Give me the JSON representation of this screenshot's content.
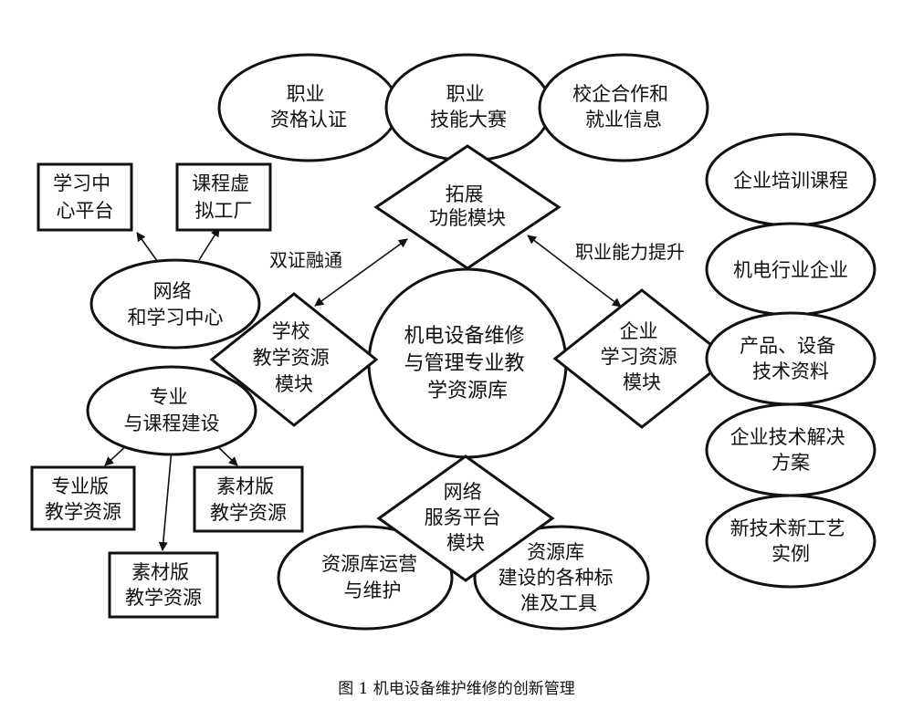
{
  "colors": {
    "stroke": "#111111",
    "background": "#ffffff"
  },
  "center": {
    "lines": [
      "机电设备维修",
      "与管理专业教",
      "学资源库"
    ]
  },
  "diamonds": {
    "top": {
      "lines": [
        "拓展",
        "功能模块"
      ]
    },
    "left": {
      "lines": [
        "学校",
        "教学资源",
        "模块"
      ]
    },
    "right": {
      "lines": [
        "企业",
        "学习资源",
        "模块"
      ]
    },
    "bottom": {
      "lines": [
        "网络",
        "服务平台",
        "模块"
      ]
    }
  },
  "top_ellipses": [
    {
      "lines": [
        "职业",
        "资格认证"
      ]
    },
    {
      "lines": [
        "职业",
        "技能大赛"
      ]
    },
    {
      "lines": [
        "校企合作和",
        "就业信息"
      ]
    }
  ],
  "right_ellipses": [
    {
      "lines": [
        "企业培训课程"
      ]
    },
    {
      "lines": [
        "机电行业企业"
      ]
    },
    {
      "lines": [
        "产品、设备",
        "技术资料"
      ]
    },
    {
      "lines": [
        "企业技术解决",
        "方案"
      ]
    },
    {
      "lines": [
        "新技术新工艺",
        "实例"
      ]
    }
  ],
  "left_ellipses": {
    "network": {
      "lines": [
        "网络",
        "和学习中心"
      ]
    },
    "specialty": {
      "lines": [
        "专业",
        "与课程建设"
      ]
    }
  },
  "bottom_ellipses": [
    {
      "lines": [
        "资源库运营",
        "与维护"
      ]
    },
    {
      "lines": [
        "资源库",
        "建设的各种标",
        "准及工具"
      ]
    }
  ],
  "boxes": {
    "learning_center": {
      "lines": [
        "学习中",
        "心平台"
      ]
    },
    "virtual_factory": {
      "lines": [
        "课程虚",
        "拟工厂"
      ]
    },
    "specialty_edition": {
      "lines": [
        "专业版",
        "教学资源"
      ]
    },
    "material_edition_right": {
      "lines": [
        "素材版",
        "教学资源"
      ]
    },
    "material_edition_bottom": {
      "lines": [
        "素材版",
        "教学资源"
      ]
    }
  },
  "edge_labels": {
    "dual_certificate": "双证融通",
    "career_ability": "职业能力提升"
  },
  "caption": "图 1 机电设备维护维修的创新管理"
}
